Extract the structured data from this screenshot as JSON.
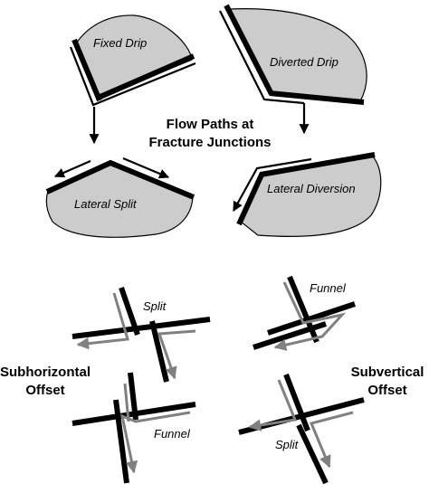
{
  "center_title": {
    "line1": "Flow Paths at",
    "line2": "Fracture Junctions"
  },
  "panels": {
    "fixed_drip": "Fixed Drip",
    "diverted_drip": "Diverted Drip",
    "lateral_split": "Lateral Split",
    "lateral_diversion": "Lateral Diversion"
  },
  "offsets": {
    "subhorizontal": {
      "line1": "Subhorizontal",
      "line2": "Offset"
    },
    "subvertical": {
      "line1": "Subvertical",
      "line2": "Offset"
    }
  },
  "crosses": {
    "subhorizontal_top": "Split",
    "subhorizontal_bottom": "Funnel",
    "subvertical_top": "Funnel",
    "subvertical_bottom": "Split"
  },
  "colors": {
    "blob_fill": "#cccccc",
    "fracture": "#000000",
    "gray_flow": "#808080"
  }
}
